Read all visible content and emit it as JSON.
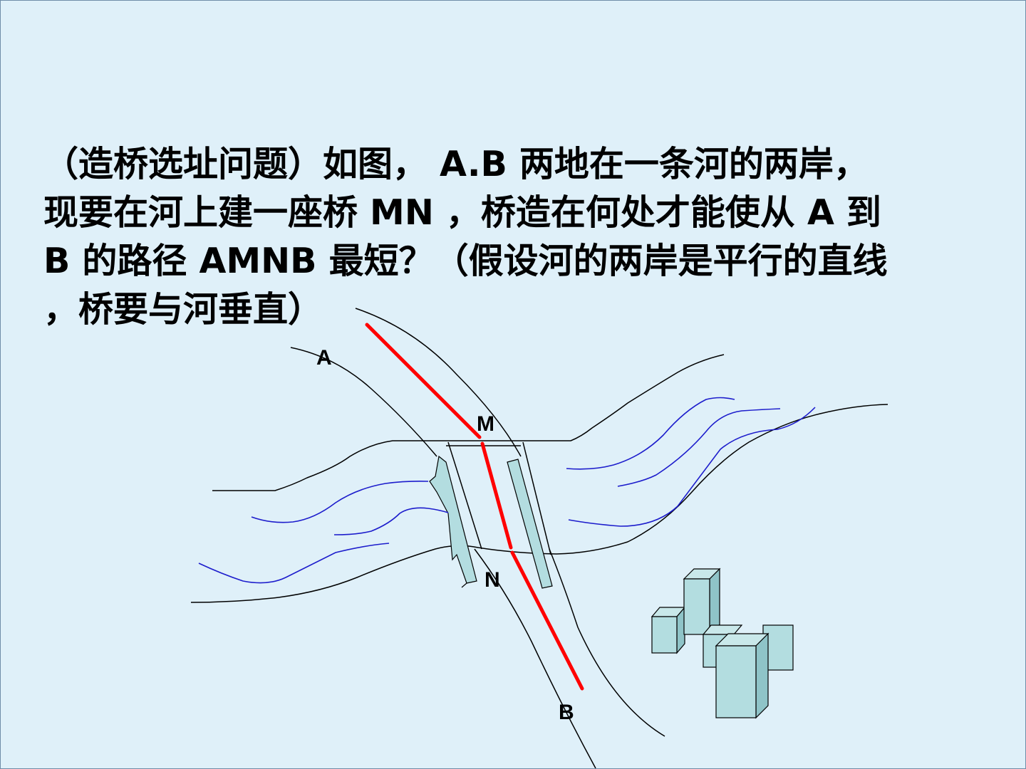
{
  "problem": {
    "lines": [
      "（造桥选址问题）如图， A.B 两地在一条河的两岸，",
      "现要在河上建一座桥 MN ，桥造在何处才能使从 A 到",
      "B 的路径 AMNB 最短？（假设河的两岸是平行的直线",
      "，桥要与河垂直）"
    ]
  },
  "diagram": {
    "labels": {
      "a": "A",
      "m": "M",
      "n": "N",
      "b": "B"
    },
    "colors": {
      "path": "#ff0000",
      "water": "#1c1ccc",
      "outline": "#000000",
      "fill": "#b3dde0",
      "shade": "#8fc4c8",
      "dark": "#6ea8ac"
    }
  }
}
